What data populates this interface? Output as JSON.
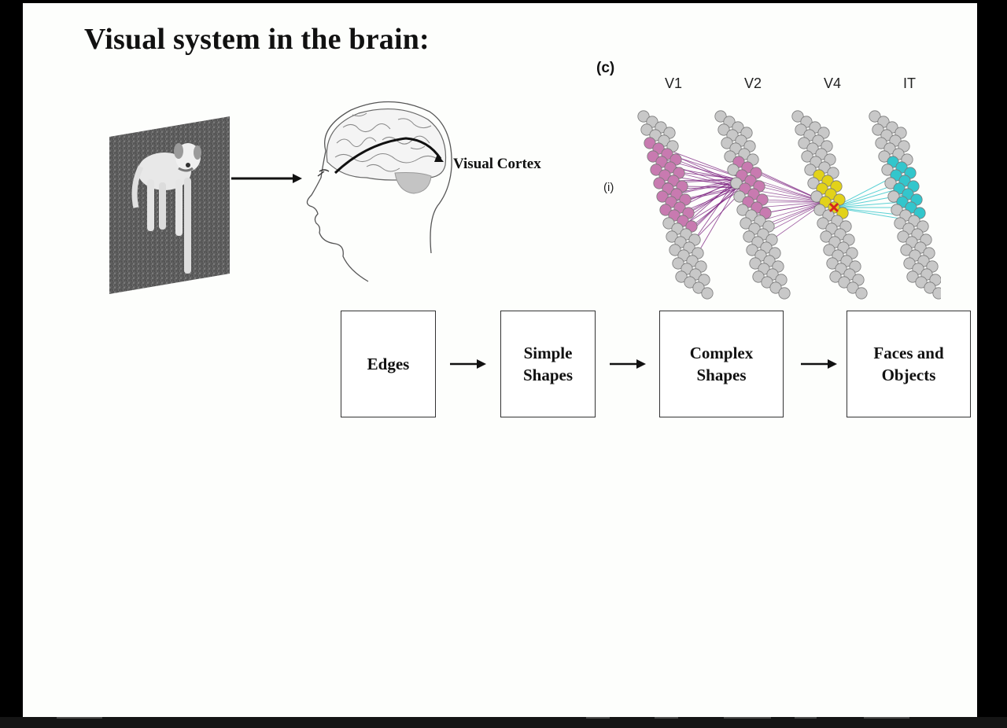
{
  "slide": {
    "title": "Visual system in the brain:"
  },
  "figure": {
    "head_label": "Visual Cortex",
    "panel_label": "(c)",
    "row_label": "(i)",
    "areas": [
      "V1",
      "V2",
      "V4",
      "IT"
    ],
    "colors": {
      "v1_active": "#c87ab0",
      "v1_links": "#7a1e7e",
      "v4_active": "#e2d21a",
      "v4_center": "#d4241e",
      "it_active": "#33c6cc",
      "inactive": "#c8c8c8"
    }
  },
  "pipeline": {
    "stages": [
      "Edges",
      "Simple\nShapes",
      "Complex\nShapes",
      "Faces and\nObjects"
    ]
  }
}
